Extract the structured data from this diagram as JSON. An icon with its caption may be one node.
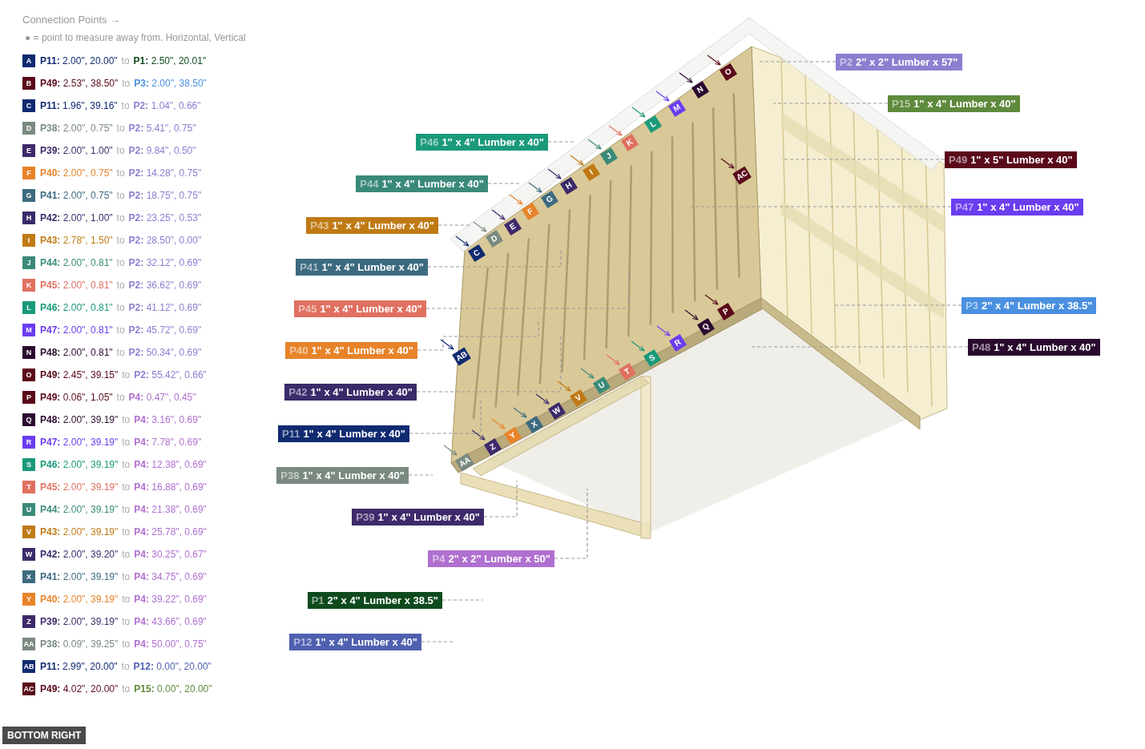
{
  "diagram": {
    "title": "Connection Points →",
    "nodes": [
      {
        "text": [
          "A"
        ],
        "beside": [
          "**P11:** 2.00\", 20.00\"",
          "to",
          "**P1:** 2.50\", 20.01\""
        ]
      },
      {
        "text": [
          "B"
        ],
        "beside": [
          "**P49:** 2.53\", 38.50\"",
          "to",
          "**P3:** 2.00\", 38.50\""
        ]
      },
      {
        "text": [
          "C"
        ],
        "beside": [
          "**P11:** 1.96\", 39.16\"",
          "to",
          "**P2:** 1.04\", 0.66\""
        ]
      },
      {
        "text": [
          "D"
        ],
        "beside": [
          "**P38:** 2.00\", 0.75\"",
          "to",
          "**P2:** 5.41\", 0.75\""
        ]
      },
      {
        "text": [
          "E"
        ],
        "beside": [
          "**P39:** 2.00\", 1.00\"",
          "to",
          "**P2:** 9.84\", 0.50\""
        ]
      },
      {
        "text": [
          "F"
        ],
        "beside": [
          "**P40:** 2.00\", 0.75\"",
          "to",
          "**P2:** 14.28\", 0.75\""
        ]
      },
      {
        "text": [
          "G"
        ],
        "beside": [
          "**P41:** 2.00\", 0.75\"",
          "to",
          "**P2:** 18.75\", 0.75\""
        ]
      },
      {
        "text": [
          "H"
        ],
        "beside": [
          "**P42:** 2.00\", 1.00\"",
          "to",
          "**P2:** 23.25\", 0.53\""
        ]
      },
      {
        "text": [
          "I"
        ],
        "beside": [
          "**P43:** 2.78\", 1.50\"",
          "to",
          "**P2:** 28.50\", 0.00\""
        ]
      },
      {
        "text": [
          "J"
        ],
        "beside": [
          "**P44:** 2.00\", 0.81\"",
          "to",
          "**P2:** 32.12\", 0.69\""
        ]
      },
      {
        "text": [
          "K"
        ],
        "beside": [
          "**P45:** 2.00\", 0.81\"",
          "to",
          "**P2:** 36.62\", 0.69\""
        ]
      },
      {
        "text": [
          "L"
        ],
        "beside": [
          "**P46:** 2.00\", 0.81\"",
          "to",
          "**P2:** 41.12\", 0.69\""
        ]
      },
      {
        "text": [
          "M"
        ],
        "beside": [
          "**P47:** 2.00\", 0.81\"",
          "to",
          "**P2:** 45.72\", 0.69\""
        ]
      },
      {
        "text": [
          "N"
        ],
        "beside": [
          "**P48:** 2.00\", 0.81\"",
          "to",
          "**P2:** 50.34\", 0.69\""
        ]
      },
      {
        "text": [
          "O"
        ],
        "beside": [
          "**P49:** 2.45\", 39.15\"",
          "to",
          "**P2:** 55.42\", 0.66\""
        ]
      },
      {
        "text": [
          "P"
        ],
        "beside": [
          "**P49:** 0.06\", 1.05\"",
          "to",
          "**P4:** 0.47\", 0.45\""
        ]
      },
      {
        "text": [
          "Q"
        ],
        "beside": [
          "**P48:** 2.00\", 39.19\"",
          "to",
          "**P4:** 3.16\", 0.69\""
        ]
      },
      {
        "text": [
          "R"
        ],
        "beside": [
          "**P47:** 2.00\", 39.19\"",
          "to",
          "**P4:** 7.78\", 0.69\""
        ]
      },
      {
        "text": [
          "S"
        ],
        "beside": [
          "**P46:** 2.00\", 39.19\"",
          "to",
          "**P4:** 12.38\", 0.69\""
        ]
      },
      {
        "text": [
          "T"
        ],
        "beside": [
          "**P45:** 2.00\", 39.19\"",
          "to",
          "**P4:** 16.88\", 0.69\""
        ]
      },
      {
        "text": [
          "U"
        ],
        "beside": [
          "**P44:** 2.00\", 39.19\"",
          "to",
          "**P4:** 21.38\", 0.69\""
        ]
      },
      {
        "text": [
          "V"
        ],
        "beside": [
          "**P43:** 2.00\", 39.19\"",
          "to",
          "**P4:** 25.78\", 0.69\""
        ]
      },
      {
        "text": [
          "W"
        ],
        "beside": [
          "**P42:** 2.00\", 39.20\"",
          "to",
          "**P4:** 30.25\", 0.67\""
        ]
      },
      {
        "text": [
          "X"
        ],
        "beside": [
          "**P41:** 2.00\", 39.19\"",
          "to",
          "**P4:** 34.75\", 0.69\""
        ]
      },
      {
        "text": [
          "Y"
        ],
        "beside": [
          "**P40:** 2.00\", 39.19\"",
          "to",
          "**P4:** 39.22\", 0.69\""
        ]
      },
      {
        "text": [
          "Z"
        ],
        "beside": [
          "**P39:** 2.00\", 39.19\"",
          "to",
          "**P4:** 43.66\", 0.69\""
        ]
      },
      {
        "text": [
          "AA"
        ],
        "beside": [
          "**P38:** 0.09\", 39.25\"",
          "to",
          "**P4:** 50.00\", 0.75\""
        ]
      },
      {
        "text": [
          "AB"
        ],
        "beside": [
          "**P11:** 2.99\", 20.00\"",
          "to",
          "**P12:** 0.00\", 20.00\""
        ]
      },
      {
        "text": [
          "AC"
        ],
        "beside": [
          "**P49:** 4.02\", 20.00\"",
          "to",
          "**P15:** 0.00\", 20.00\""
        ]
      },
      {
        "text": [
          "BOTTOM RIGHT"
        ]
      },
      {
        "text": [
          "P2",
          "2\" x 2\" Lumber x 57\""
        ]
      },
      {
        "text": [
          "P15",
          "1\" x 4\" Lumber x 40\""
        ]
      },
      {
        "text": [
          "P46",
          "1\" x 4\" Lumber x 40\""
        ]
      },
      {
        "text": [
          "P49",
          "1\" x 5\" Lumber x 40\""
        ]
      },
      {
        "text": [
          "P44",
          "1\" x 4\" Lumber x 40\""
        ]
      },
      {
        "text": [
          "P47",
          "1\" x 4\" Lumber x 40\""
        ]
      },
      {
        "text": [
          "P43",
          "1\" x 4\" Lumber x 40\""
        ]
      },
      {
        "text": [
          "P41",
          "1\" x 4\" Lumber x 40\""
        ]
      },
      {
        "text": [
          "P3",
          "2\" x 4\" Lumber x 38.5\""
        ]
      },
      {
        "text": [
          "P45",
          "1\" x 4\" Lumber x 40\""
        ]
      },
      {
        "text": [
          "P48",
          "1\" x 4\" Lumber x 40\""
        ]
      },
      {
        "text": [
          "P40",
          "1\" x 4\" Lumber x 40\""
        ]
      },
      {
        "text": [
          "P42",
          "1\" x 4\" Lumber x 40\""
        ]
      },
      {
        "text": [
          "P11",
          "1\" x 4\" Lumber x 40\""
        ]
      },
      {
        "text": [
          "P38",
          "1\" x 4\" Lumber x 40\""
        ]
      },
      {
        "text": [
          "P39",
          "1\" x 4\" Lumber x 40\""
        ]
      },
      {
        "text": [
          "P4",
          "2\" x 2\" Lumber x 50\""
        ]
      },
      {
        "text": [
          "P1",
          "2\" x 4\" Lumber x 38.5\""
        ]
      },
      {
        "text": [
          "P12",
          "1\" x 4\" Lumber x 40\""
        ]
      },
      {
        "text": [
          "C"
        ]
      },
      {
        "text": [
          "D"
        ]
      },
      {
        "text": [
          "E"
        ]
      },
      {
        "text": [
          "F"
        ]
      },
      {
        "text": [
          "G"
        ]
      },
      {
        "text": [
          "H"
        ]
      },
      {
        "text": [
          "I"
        ]
      },
      {
        "text": [
          "J"
        ]
      },
      {
        "text": [
          "K"
        ]
      },
      {
        "text": [
          "L"
        ]
      },
      {
        "text": [
          "M"
        ]
      },
      {
        "text": [
          "N"
        ]
      },
      {
        "text": [
          "O"
        ]
      },
      {
        "text": [
          "P"
        ]
      },
      {
        "text": [
          "Q"
        ]
      },
      {
        "text": [
          "R"
        ]
      },
      {
        "text": [
          "S"
        ]
      },
      {
        "text": [
          "T"
        ]
      },
      {
        "text": [
          "U"
        ]
      },
      {
        "text": [
          "V"
        ]
      },
      {
        "text": [
          "W"
        ]
      },
      {
        "text": [
          "X"
        ]
      },
      {
        "text": [
          "Y"
        ]
      },
      {
        "text": [
          "Z"
        ]
      },
      {
        "text": [
          "AA"
        ]
      },
      {
        "text": [
          "AB"
        ]
      },
      {
        "text": [
          "AC"
        ]
      }
    ],
    "edges": [
      {
        "from": 30,
        "to": null,
        "arrow": "none",
        "style": "dashed"
      },
      {
        "from": 31,
        "to": null,
        "arrow": "none",
        "style": "dashed"
      },
      {
        "from": 32,
        "to": null,
        "arrow": "none",
        "style": "dashed"
      },
      {
        "from": 33,
        "to": null,
        "arrow": "none",
        "style": "dashed"
      },
      {
        "from": 34,
        "to": null,
        "arrow": "none",
        "style": "dashed"
      },
      {
        "from": 35,
        "to": null,
        "arrow": "none",
        "style": "dashed"
      },
      {
        "from": 36,
        "to": null,
        "arrow": "none",
        "style": "dashed"
      },
      {
        "from": 37,
        "to": null,
        "arrow": "none",
        "style": "dashed"
      },
      {
        "from": 38,
        "to": null,
        "arrow": "none",
        "style": "dashed"
      },
      {
        "from": 39,
        "to": null,
        "arrow": "none",
        "style": "dashed"
      },
      {
        "from": 40,
        "to": null,
        "arrow": "none",
        "style": "dashed"
      },
      {
        "from": 41,
        "to": null,
        "arrow": "none",
        "style": "dashed"
      },
      {
        "from": 42,
        "to": null,
        "arrow": "none",
        "style": "dashed"
      },
      {
        "from": 43,
        "to": null,
        "arrow": "none",
        "style": "dashed"
      },
      {
        "from": 44,
        "to": null,
        "arrow": "none",
        "style": "dashed"
      },
      {
        "from": 45,
        "to": null,
        "arrow": "none",
        "style": "dashed"
      },
      {
        "from": 46,
        "to": null,
        "arrow": "none",
        "style": "dashed"
      },
      {
        "from": 47,
        "to": null,
        "arrow": "none",
        "style": "dashed"
      },
      {
        "from": 48,
        "to": null,
        "arrow": "none",
        "style": "dashed"
      },
      {
        "from": null,
        "to": 49,
        "arrow": "to",
        "color": "#102a70"
      },
      {
        "from": null,
        "to": 50,
        "arrow": "to",
        "color": "#7a8a80"
      },
      {
        "from": null,
        "to": 51,
        "arrow": "to",
        "color": "#3e2a6a"
      },
      {
        "from": null,
        "to": 52,
        "arrow": "to",
        "color": "#e8832a"
      },
      {
        "from": null,
        "to": 53,
        "arrow": "to",
        "color": "#3c6a80"
      },
      {
        "from": null,
        "to": 54,
        "arrow": "to",
        "color": "#3a2a6a"
      },
      {
        "from": null,
        "to": 55,
        "arrow": "to",
        "color": "#c07a14"
      },
      {
        "from": null,
        "to": 56,
        "arrow": "to",
        "color": "#3a8a78"
      },
      {
        "from": null,
        "to": 57,
        "arrow": "to",
        "color": "#e07060"
      },
      {
        "from": null,
        "to": 58,
        "arrow": "to",
        "color": "#1a9a7a"
      },
      {
        "from": null,
        "to": 59,
        "arrow": "to",
        "color": "#6a3df0"
      },
      {
        "from": null,
        "to": 60,
        "arrow": "to",
        "color": "#2a0a2e"
      },
      {
        "from": null,
        "to": 61,
        "arrow": "to",
        "color": "#5a0a1a"
      },
      {
        "from": null,
        "to": 62,
        "arrow": "to",
        "color": "#5a0a1a"
      },
      {
        "from": null,
        "to": 63,
        "arrow": "to",
        "color": "#2a0a2e"
      },
      {
        "from": null,
        "to": 64,
        "arrow": "to",
        "color": "#6a3df0"
      },
      {
        "from": null,
        "to": 65,
        "arrow": "to",
        "color": "#1a9a7a"
      },
      {
        "from": null,
        "to": 66,
        "arrow": "to",
        "color": "#e07060"
      },
      {
        "from": null,
        "to": 67,
        "arrow": "to",
        "color": "#3a8a78"
      },
      {
        "from": null,
        "to": 68,
        "arrow": "to",
        "color": "#c07a14"
      },
      {
        "from": null,
        "to": 69,
        "arrow": "to",
        "color": "#3a2a6a"
      },
      {
        "from": null,
        "to": 70,
        "arrow": "to",
        "color": "#3c6a80"
      },
      {
        "from": null,
        "to": 71,
        "arrow": "to",
        "color": "#e8832a"
      },
      {
        "from": null,
        "to": 72,
        "arrow": "to",
        "color": "#3e2a6a"
      },
      {
        "from": null,
        "to": 73,
        "arrow": "to",
        "color": "#7a8a80"
      },
      {
        "from": null,
        "to": 74,
        "arrow": "to",
        "color": "#102a70"
      },
      {
        "from": null,
        "to": 75,
        "arrow": "to",
        "color": "#5a0a1a"
      }
    ],
    "labels": [
      "● = point to measure away from. Horizontal, Vertical"
    ]
  }
}
